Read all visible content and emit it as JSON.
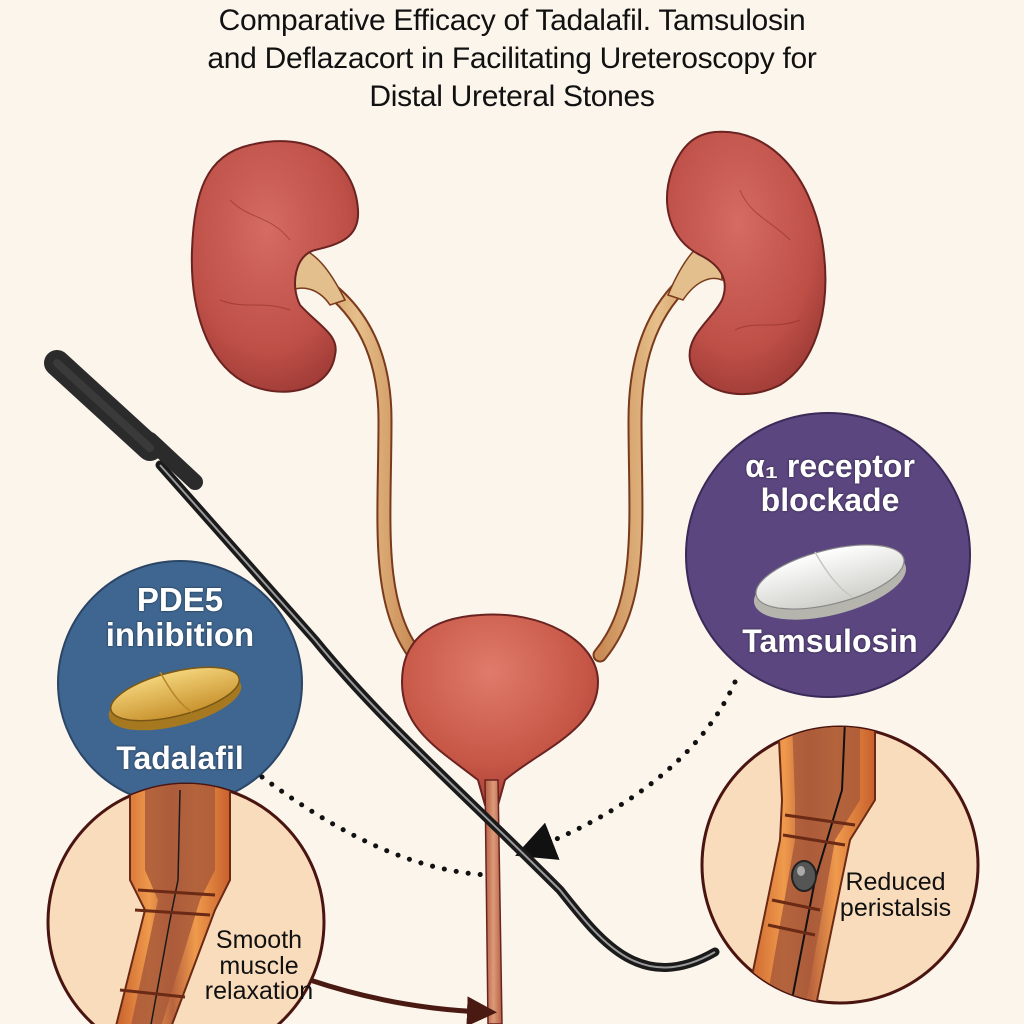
{
  "title": {
    "lines": [
      "Comparative Efficacy of Tadalafil. Tamsulosin",
      "and Deflazacort in Facilitating Ureteroscopy for",
      "Distal Ureteral Stones"
    ]
  },
  "callouts": {
    "tadalafil": {
      "mechanism_line1": "PDE5",
      "mechanism_line2": "inhibition",
      "drug": "Tadalafil",
      "circle_color": "#3f6690",
      "pill_color": "#e2b64f"
    },
    "tamsulosin": {
      "mechanism_line1": "α₁ receptor",
      "mechanism_line2": "blockade",
      "drug": "Tamsulosin",
      "circle_color": "#5b467f",
      "pill_color": "#f2f2ee"
    }
  },
  "insets": {
    "left": {
      "line1": "Smooth",
      "line2": "muscle",
      "line3": "relaxation"
    },
    "right": {
      "line1": "Reduced",
      "line2": "peristalsis"
    }
  },
  "colors": {
    "background": "#fbf5ec",
    "kidney": "#c0524a",
    "ureter": "#d9a66e",
    "bladder": "#c95a4c",
    "inset_fill": "#f8dcbc",
    "inset_border": "#4a1410",
    "scope": "#2b2b2b"
  }
}
